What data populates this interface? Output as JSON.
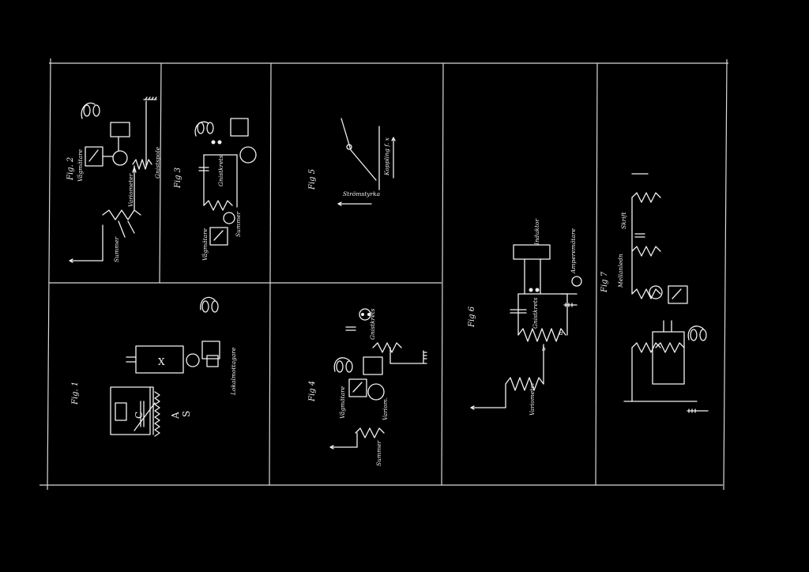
{
  "colors": {
    "background": "#000000",
    "ink": "#f2f2f2",
    "frame": "#d9d9d9"
  },
  "fig1": {
    "title": "Fig. 1",
    "labels": {
      "c": "C",
      "a": "A",
      "s": "S",
      "x": "X",
      "lokal": "Lokalmottagare"
    }
  },
  "fig2": {
    "title": "Fig. 2",
    "labels": {
      "summer": "Summer",
      "variometer": "Variometer",
      "vagmatare": "Vågmätare",
      "grid": "Gnistspole"
    }
  },
  "fig3": {
    "title": "Fig 3",
    "labels": {
      "vagmatare": "Vågmätare",
      "summer": "Summer",
      "gnistkrets": "Gnistkrets"
    }
  },
  "fig4": {
    "title": "Fig 4",
    "labels": {
      "summer": "Summer",
      "variom": "Variom.",
      "vagmatare": "Vågmätare",
      "gnistkrets": "Gnistkrets"
    }
  },
  "fig5": {
    "title": "Fig 5",
    "labels": {
      "stromstyrka": "Strömstyrka",
      "koppling": "Koppling f. x"
    }
  },
  "fig6": {
    "title": "Fig 6",
    "labels": {
      "variometer": "Variometer",
      "gnistkrets": "Gnistkrets",
      "b": "b",
      "a": "a",
      "induktor": "Induktor",
      "amperematare": "Amperemätare"
    }
  },
  "fig7": {
    "title": "Fig 7",
    "labels": {
      "mellanledn": "Mellanledn",
      "skrift": "Skrift"
    }
  }
}
